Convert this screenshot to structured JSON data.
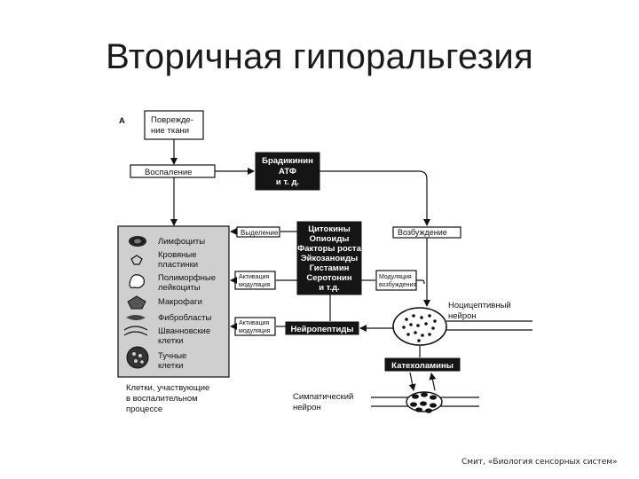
{
  "title": "Вторичная гипоральгезия",
  "credit": "Смит, «Биология сенсорных систем»",
  "diagram": {
    "panel_letter": "А",
    "boxes": {
      "damage": [
        "Поврежде-",
        "ние ткани"
      ],
      "inflammation": "Воспаление",
      "bradykinin": [
        "Брадикинин",
        "АТФ",
        "и т. д."
      ],
      "release": "Выделение",
      "mediators": [
        "Цитокины",
        "Опиоиды",
        "Факторы роста",
        "Эйкозаноиды",
        "Гистамин",
        "Серотонин",
        "и т.д."
      ],
      "excitation": "Возбуждение",
      "activation1": [
        "Активация",
        "модуляция"
      ],
      "modulation_exc": [
        "Модуляция",
        "возбуждения"
      ],
      "activation2": [
        "Активация",
        "модуляция"
      ],
      "neuropeptides": "Нейропептиды",
      "catecholamines": "Катехоламины"
    },
    "cells": [
      "Лимфоциты",
      "Кровяные",
      "пластинки",
      "Полиморфные",
      "лейкоциты",
      "Макрофаги",
      "Фибробласты",
      "Шванновские",
      "клетки",
      "Тучные",
      "клетки"
    ],
    "cells_caption": [
      "Клетки, участвующие",
      "в воспалительном",
      "процессе"
    ],
    "nociceptive": [
      "Ноцицептивный",
      "нейрон"
    ],
    "sympathetic": [
      "Симпатический",
      "нейрон"
    ]
  }
}
